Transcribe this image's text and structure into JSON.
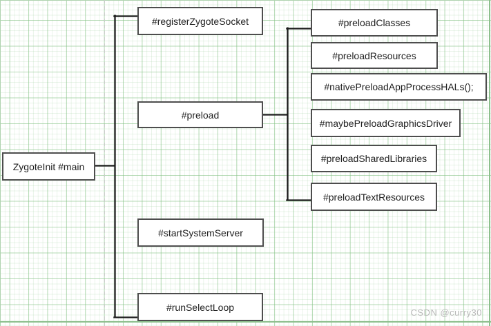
{
  "diagram": {
    "root": {
      "label": "ZygoteInit #main"
    },
    "children": [
      {
        "label": "#registerZygoteSocket"
      },
      {
        "label": "#preload"
      },
      {
        "label": "#startSystemServer"
      },
      {
        "label": "#runSelectLoop"
      }
    ],
    "preload_children": [
      {
        "label": "#preloadClasses"
      },
      {
        "label": "#preloadResources"
      },
      {
        "label": "#nativePreloadAppProcessHALs();"
      },
      {
        "label": "#maybePreloadGraphicsDriver"
      },
      {
        "label": "#preloadSharedLibraries"
      },
      {
        "label": "#preloadTextResources"
      }
    ]
  },
  "watermark": {
    "text": "CSDN @curry30"
  },
  "colors": {
    "node_border": "#4d4d4d",
    "node_fill": "#ffffff",
    "node_text": "#212121",
    "connector": "#1b1b1b",
    "grid_major": "#bcdcbc",
    "grid_minor": "#e7f3e7",
    "page_edge": "#8dbf8d",
    "watermark_text": "#b8b8b8"
  }
}
